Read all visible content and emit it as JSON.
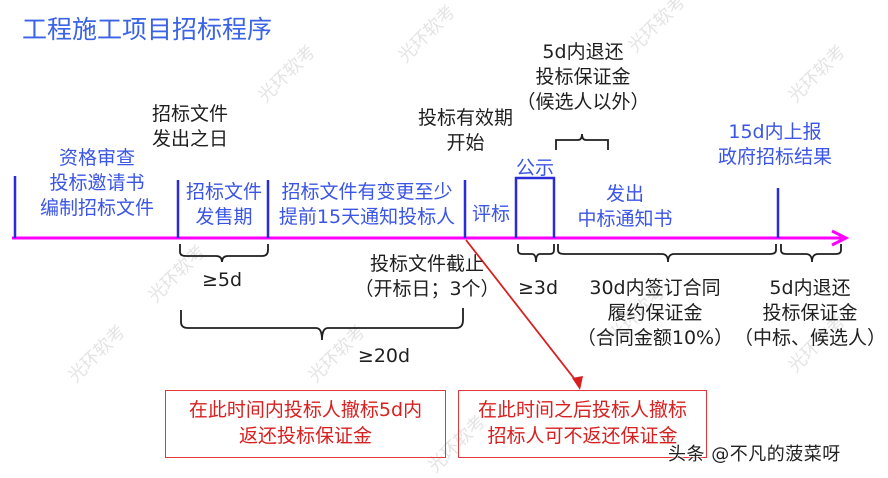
{
  "title": "工程施工项目招标程序",
  "colors": {
    "title": "#3a63e6",
    "phase_text": "#3b55e6",
    "timeline": "#ff00ff",
    "tick": "#2b2bd8",
    "annotation": "#1f1f1f",
    "warning": "#d82020",
    "warning_border": "#e03a3a",
    "arrow": "#d82020"
  },
  "timeline_phases": [
    {
      "id": "prequal",
      "lines": [
        "资格审查",
        "投标邀请书",
        "编制招标文件"
      ]
    },
    {
      "id": "sale",
      "lines": [
        "招标文件",
        "发售期"
      ]
    },
    {
      "id": "change",
      "lines": [
        "招标文件有变更至少",
        "提前15天通知投标人"
      ]
    },
    {
      "id": "evaluation",
      "lines": [
        "评标"
      ]
    },
    {
      "id": "publicity",
      "lines": [
        "公示"
      ]
    },
    {
      "id": "award",
      "lines": [
        "发出",
        "中标通知书"
      ]
    }
  ],
  "top_annotations": [
    {
      "id": "issue-date",
      "lines": [
        "招标文件",
        "发出之日"
      ]
    },
    {
      "id": "validity-start",
      "lines": [
        "投标有效期",
        "开始"
      ]
    },
    {
      "id": "refund-others",
      "lines": [
        "5d内退还",
        "投标保证金",
        "（候选人以外）"
      ]
    },
    {
      "id": "report",
      "lines": [
        "15d内上报",
        "政府招标结果"
      ]
    }
  ],
  "bottom_annotations": [
    {
      "id": "sale-duration",
      "lines": [
        "≥5d"
      ]
    },
    {
      "id": "deadline",
      "lines": [
        "投标文件截止",
        "（开标日；3个）"
      ]
    },
    {
      "id": "total-duration",
      "lines": [
        "≥20d"
      ]
    },
    {
      "id": "publicity-duration",
      "lines": [
        "≥3d"
      ]
    },
    {
      "id": "contract",
      "lines": [
        "30d内签订合同",
        "履约保证金",
        "（合同金额10%）"
      ]
    },
    {
      "id": "refund-winner",
      "lines": [
        "5d内退还",
        "投标保证金",
        "（中标、候选人）"
      ]
    }
  ],
  "notes": [
    {
      "id": "before-deadline",
      "lines": [
        "在此时间内投标人撤标5d内",
        "返还投标保证金"
      ]
    },
    {
      "id": "after-deadline",
      "lines": [
        "在此时间之后投标人撤标",
        "招标人可不返还保证金"
      ]
    }
  ],
  "watermark_text": "光环软考",
  "credit": "头条 @不凡的菠菜呀"
}
